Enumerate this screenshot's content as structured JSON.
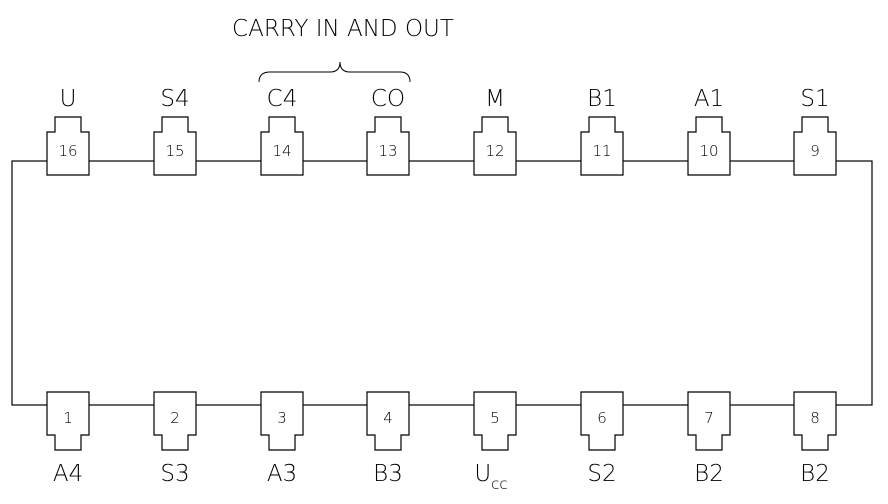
{
  "annotation": {
    "text": "CARRY IN AND OUT"
  },
  "top_pins": [
    {
      "number": "16",
      "label": "U"
    },
    {
      "number": "15",
      "label": "S4"
    },
    {
      "number": "14",
      "label": "C4"
    },
    {
      "number": "13",
      "label": "CO"
    },
    {
      "number": "12",
      "label": "M"
    },
    {
      "number": "11",
      "label": "B1"
    },
    {
      "number": "10",
      "label": "A1"
    },
    {
      "number": "9",
      "label": "S1"
    }
  ],
  "bottom_pins": [
    {
      "number": "1",
      "label": "A4"
    },
    {
      "number": "2",
      "label": "S3"
    },
    {
      "number": "3",
      "label": "A3"
    },
    {
      "number": "4",
      "label": "B3"
    },
    {
      "number": "5",
      "label": "U",
      "sub": "cc"
    },
    {
      "number": "6",
      "label": "S2"
    },
    {
      "number": "7",
      "label": "B2"
    },
    {
      "number": "8",
      "label": "B2"
    }
  ]
}
